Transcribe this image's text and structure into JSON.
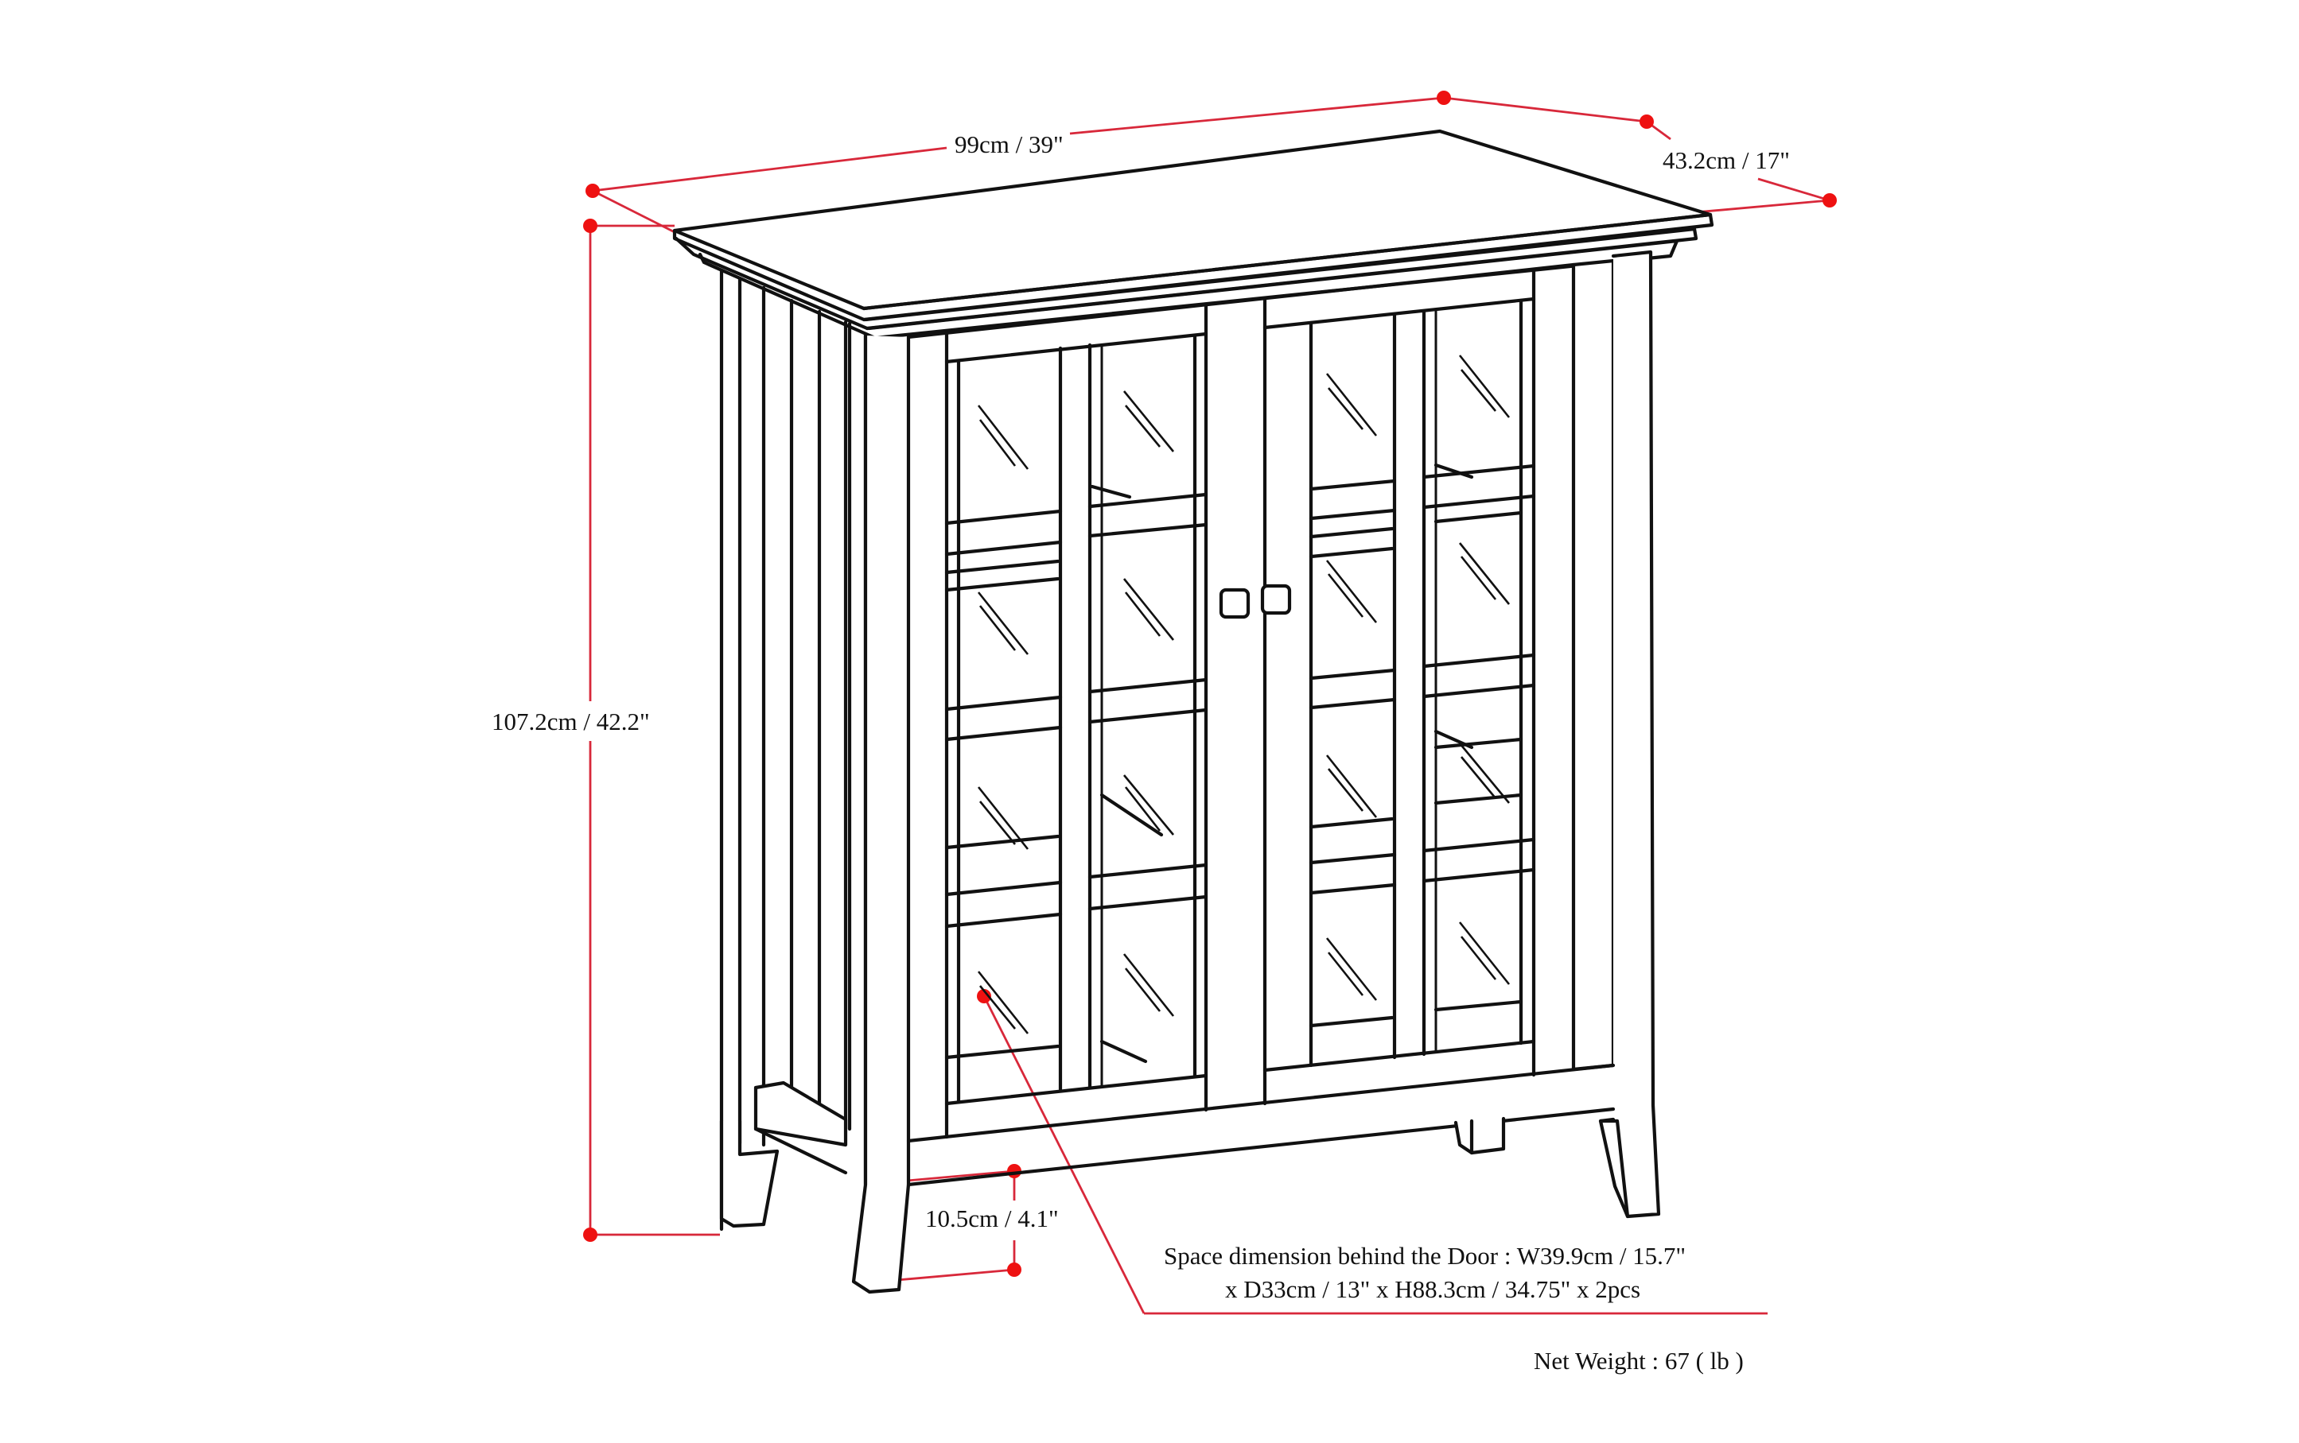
{
  "diagram": {
    "subject": "Two-door glass storage cabinet (line drawing with dimensions)",
    "colors": {
      "line": "#111111",
      "dimension_line": "#d8283a",
      "dimension_dot": "#ee1111",
      "background": "#ffffff"
    },
    "dimensions": {
      "width": "99cm / 39\"",
      "depth": "43.2cm / 17\"",
      "height": "107.2cm / 42.2\"",
      "leg_clearance": "10.5cm / 4.1\""
    },
    "notes": {
      "space_line1": "Space dimension behind the Door  : W39.9cm / 15.7\"",
      "space_line2": "x D33cm / 13\" x H88.3cm / 34.75\" x 2pcs",
      "net_weight": "Net Weight : 67 ( lb )"
    },
    "parts": {
      "doors": 2,
      "glass_panes_per_door": 8,
      "handles": 2,
      "legs_visible": 4
    }
  }
}
